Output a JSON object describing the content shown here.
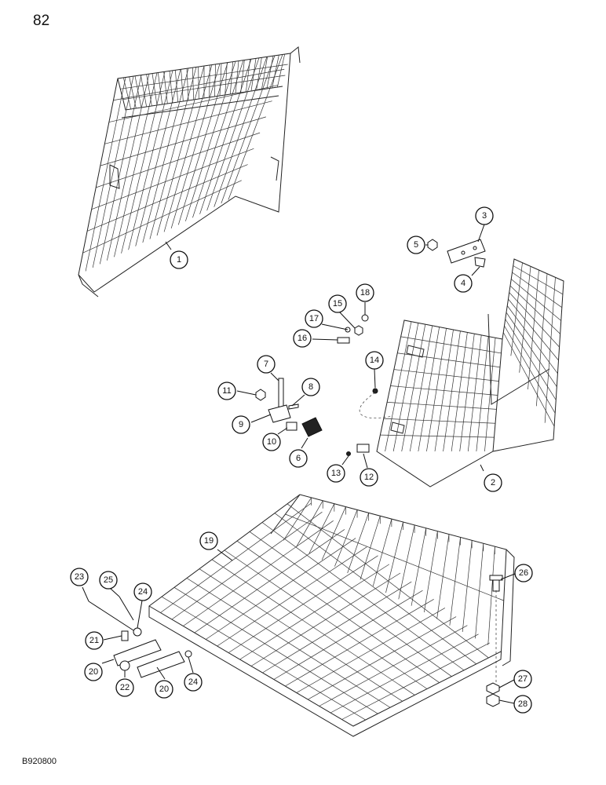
{
  "page": {
    "number": "82",
    "code": "B920800"
  },
  "callouts": [
    {
      "label": "1"
    },
    {
      "label": "2"
    },
    {
      "label": "3"
    },
    {
      "label": "4"
    },
    {
      "label": "5"
    },
    {
      "label": "6"
    },
    {
      "label": "7"
    },
    {
      "label": "8"
    },
    {
      "label": "9"
    },
    {
      "label": "10"
    },
    {
      "label": "11"
    },
    {
      "label": "12"
    },
    {
      "label": "13"
    },
    {
      "label": "14"
    },
    {
      "label": "15"
    },
    {
      "label": "16"
    },
    {
      "label": "17"
    },
    {
      "label": "18"
    },
    {
      "label": "19"
    },
    {
      "label": "20"
    },
    {
      "label": "20"
    },
    {
      "label": "21"
    },
    {
      "label": "22"
    },
    {
      "label": "23"
    },
    {
      "label": "24"
    },
    {
      "label": "24"
    },
    {
      "label": "25"
    },
    {
      "label": "26"
    },
    {
      "label": "27"
    },
    {
      "label": "28"
    }
  ]
}
